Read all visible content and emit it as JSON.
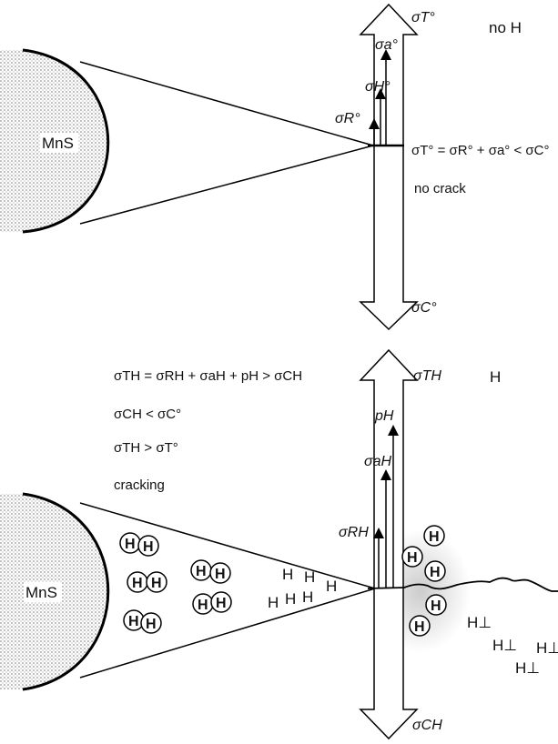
{
  "top": {
    "inclusion_label": "MnS",
    "sigma_T": "σT°",
    "condition": "no H",
    "sigma_a": "σa°",
    "sigma_H": "σH°",
    "sigma_R": "σR°",
    "equation": "σT° = σR° + σa° < σC°",
    "result": "no crack",
    "sigma_C": "σC°"
  },
  "bottom": {
    "eq1": "σTH = σRH + σaH + pH > σCH",
    "eq2": "σCH < σC°",
    "eq3": "σTH > σT°",
    "result": "cracking",
    "sigma_T": "σTH",
    "condition": "H",
    "p_H": "pH",
    "sigma_a": "σaH",
    "sigma_R": "σRH",
    "inclusion_label": "MnS",
    "atom": "H",
    "dislocation": "H⊥",
    "sigma_C": "σCH"
  }
}
